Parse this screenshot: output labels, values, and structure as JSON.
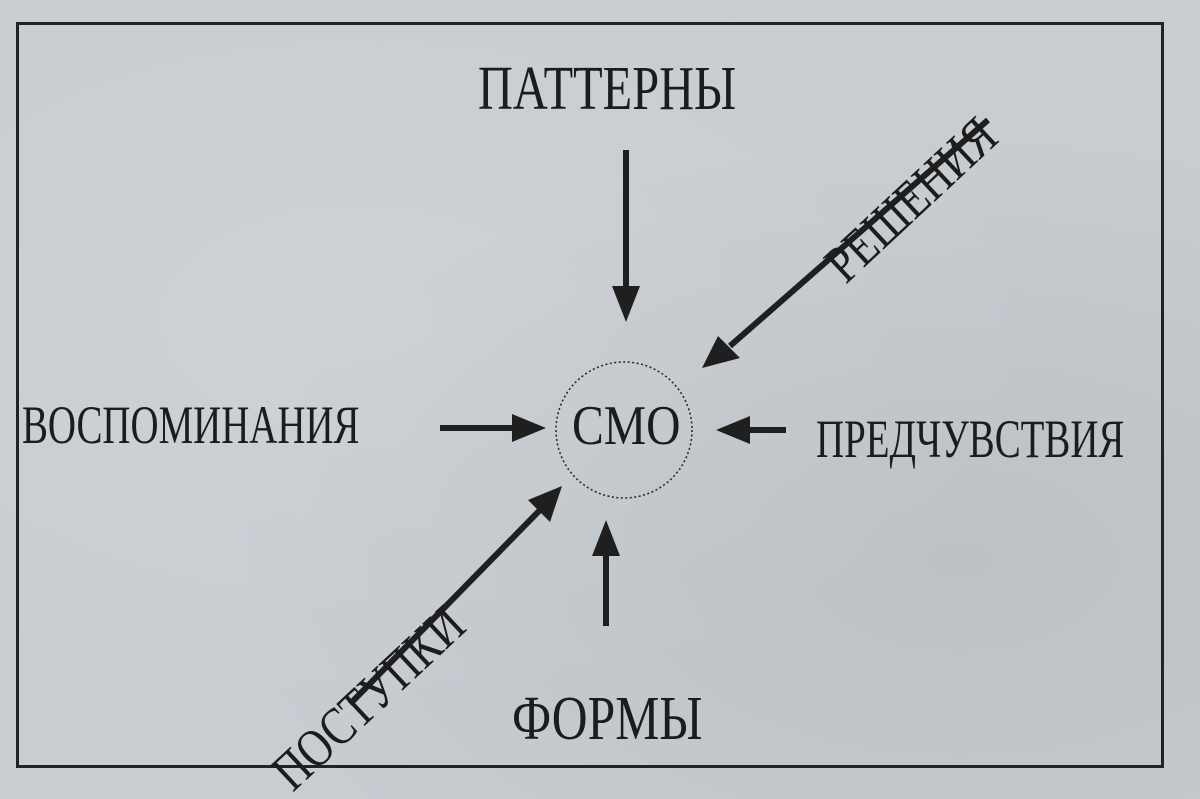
{
  "diagram": {
    "center_label": "СМО",
    "nodes": {
      "top": "ПАТТЕРНЫ",
      "bottom": "ФОРМЫ",
      "left": "ВОСПОМИНАНИЯ",
      "right": "ПРЕДЧУВСТВИЯ",
      "upper_right_diagonal": "РЕШЕНИЯ",
      "lower_left_diagonal": "ПОСТУПКИ"
    },
    "edges": [
      {
        "from": "ПАТТЕРНЫ",
        "to": "СМО"
      },
      {
        "from": "ФОРМЫ",
        "to": "СМО"
      },
      {
        "from": "ВОСПОМИНАНИЯ",
        "to": "СМО"
      },
      {
        "from": "ПРЕДЧУВСТВИЯ",
        "to": "СМО"
      },
      {
        "from": "РЕШЕНИЯ",
        "to": "СМО"
      },
      {
        "from": "ПОСТУПКИ",
        "to": "СМО"
      }
    ],
    "colors": {
      "ink": "#1c1c1c",
      "paper": "#c8cdd2"
    }
  }
}
